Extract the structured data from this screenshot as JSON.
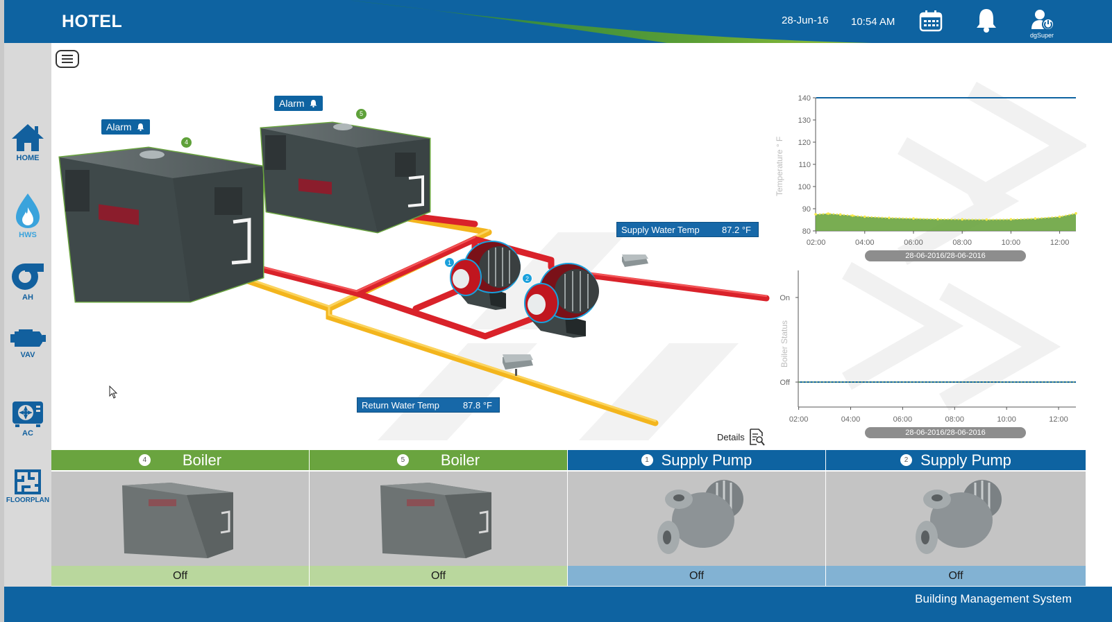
{
  "header": {
    "title": "HOTEL",
    "date": "28-Jun-16",
    "time": "10:54 AM",
    "user": "dgSuper",
    "icons": [
      "calendar-icon",
      "bell-icon",
      "user-power-icon"
    ]
  },
  "page": {
    "title": "HWS"
  },
  "sidebar": {
    "items": [
      {
        "label": "HOME",
        "icon": "home-icon"
      },
      {
        "label": "HWS",
        "icon": "flame-drop-icon",
        "active": true
      },
      {
        "label": "AH",
        "icon": "fan-icon"
      },
      {
        "label": "VAV",
        "icon": "vav-box-icon"
      },
      {
        "label": "AC",
        "icon": "ac-unit-icon"
      },
      {
        "label": "FLOORPLAN",
        "icon": "floorplan-icon"
      }
    ]
  },
  "scene": {
    "alarms": [
      {
        "label": "Alarm",
        "equipment": "4"
      },
      {
        "label": "Alarm",
        "equipment": "5"
      }
    ],
    "badges": [
      "4",
      "5",
      "1",
      "2"
    ],
    "supply_temp": {
      "label": "Supply Water Temp",
      "value": "87.2 °F"
    },
    "return_temp": {
      "label": "Return Water Temp",
      "value": "87.8 °F"
    },
    "details_label": "Details"
  },
  "colors": {
    "brand_blue": "#0e63a1",
    "brand_green": "#6aa43f",
    "pipe_supply": "#d9222a",
    "pipe_return": "#f3b51d"
  },
  "chart_data": [
    {
      "type": "area",
      "ylabel": "Temperature ° F",
      "yticks": [
        80,
        90,
        100,
        110,
        120,
        130,
        140
      ],
      "ylim": [
        80,
        140
      ],
      "xticks": [
        "02:00",
        "04:00",
        "06:00",
        "08:00",
        "10:00",
        "12:00"
      ],
      "x": [
        "01:59",
        "02:30",
        "03:00",
        "03:30",
        "04:00",
        "05:00",
        "06:00",
        "07:00",
        "08:00",
        "09:00",
        "10:00",
        "11:00",
        "12:00",
        "12:40"
      ],
      "series": [
        {
          "values": [
            87.5,
            87.8,
            87.4,
            86.9,
            86.4,
            85.9,
            85.6,
            85.3,
            85.2,
            85.1,
            85.2,
            85.6,
            86.4,
            87.9
          ]
        }
      ],
      "setpoint": 140,
      "range_label": "28-06-2016/28-06-2016",
      "grid": false
    },
    {
      "type": "line",
      "ylabel": "Boiler Status",
      "yticks": [
        "Off",
        "On"
      ],
      "xticks": [
        "02:00",
        "04:00",
        "06:00",
        "08:00",
        "10:00",
        "12:00"
      ],
      "x": [
        "02:00",
        "12:40"
      ],
      "series": [
        {
          "values": [
            "Off",
            "Off"
          ]
        }
      ],
      "range_label": "28-06-2016/28-06-2016",
      "grid": false
    }
  ],
  "cards": [
    {
      "num": "4",
      "title": "Boiler",
      "status": "Off",
      "kind": "boiler"
    },
    {
      "num": "5",
      "title": "Boiler",
      "status": "Off",
      "kind": "boiler"
    },
    {
      "num": "1",
      "title": "Supply Pump",
      "status": "Off",
      "kind": "pump"
    },
    {
      "num": "2",
      "title": "Supply Pump",
      "status": "Off",
      "kind": "pump"
    }
  ],
  "footer": {
    "text": "Building Management System"
  }
}
